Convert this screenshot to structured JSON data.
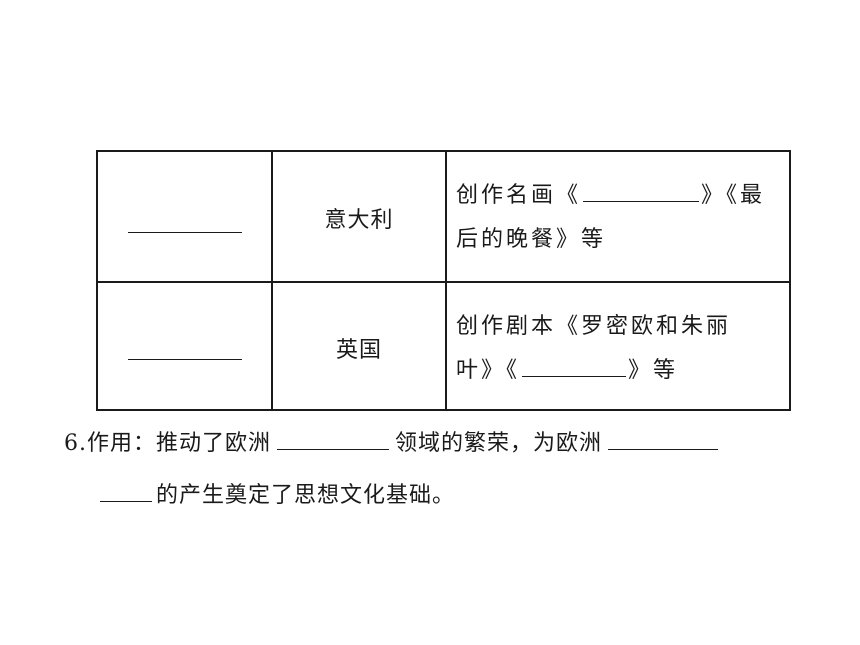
{
  "table": {
    "rows": [
      {
        "country": "意大利",
        "desc_prefix": "创作名画《",
        "desc_mid": "》《最",
        "desc_line2": "后的晚餐》等"
      },
      {
        "country": "英国",
        "desc_line1": "创作剧本《罗密欧和朱丽",
        "desc_prefix2": "叶》《",
        "desc_suffix2": "》等"
      }
    ]
  },
  "question": {
    "number": "6.",
    "label": "作用：",
    "text1": "推动了欧洲",
    "text2": "领域的繁荣，为欧洲",
    "text3": "的产生奠定了思想文化基础。"
  }
}
